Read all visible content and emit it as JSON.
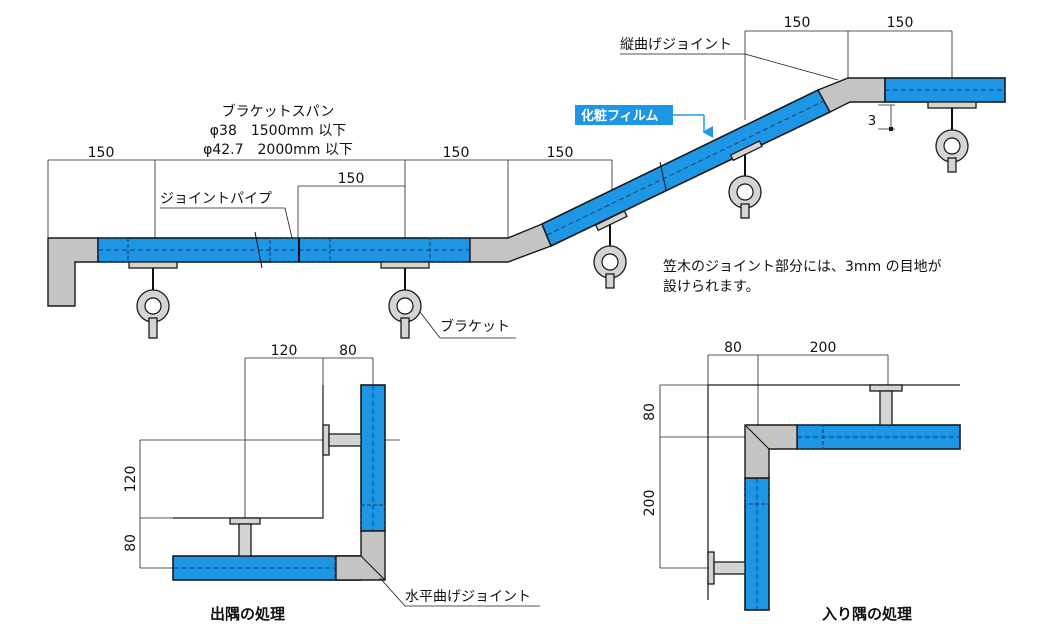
{
  "main": {
    "span_title": "ブラケットスパン",
    "span_line1": "φ38　1500mm 以下",
    "span_line2": "φ42.7　2000mm 以下",
    "dims": {
      "d1": "150",
      "d2": "150",
      "d3": "150",
      "d4": "150",
      "d5": "150",
      "d6": "150",
      "d7": "3"
    },
    "labels": {
      "joint_pipe": "ジョイントパイプ",
      "vertical_joint": "縦曲げジョイント",
      "film": "化粧フィルム",
      "bracket": "ブラケット"
    },
    "note_line1": "笠木のジョイント部分には、3mm の目地が",
    "note_line2": "設けられます。"
  },
  "outer": {
    "title": "出隅の処理",
    "dim_top1": "120",
    "dim_top2": "80",
    "dim_left1": "120",
    "dim_left2": "80",
    "joint_label": "水平曲げジョイント"
  },
  "inner": {
    "title": "入り隅の処理",
    "dim_top1": "80",
    "dim_top2": "200",
    "dim_left1": "80",
    "dim_left2": "200"
  },
  "colors": {
    "rail": "#1e96e6",
    "joint": "#c4c4c4",
    "label_bg": "#1e96e6"
  }
}
